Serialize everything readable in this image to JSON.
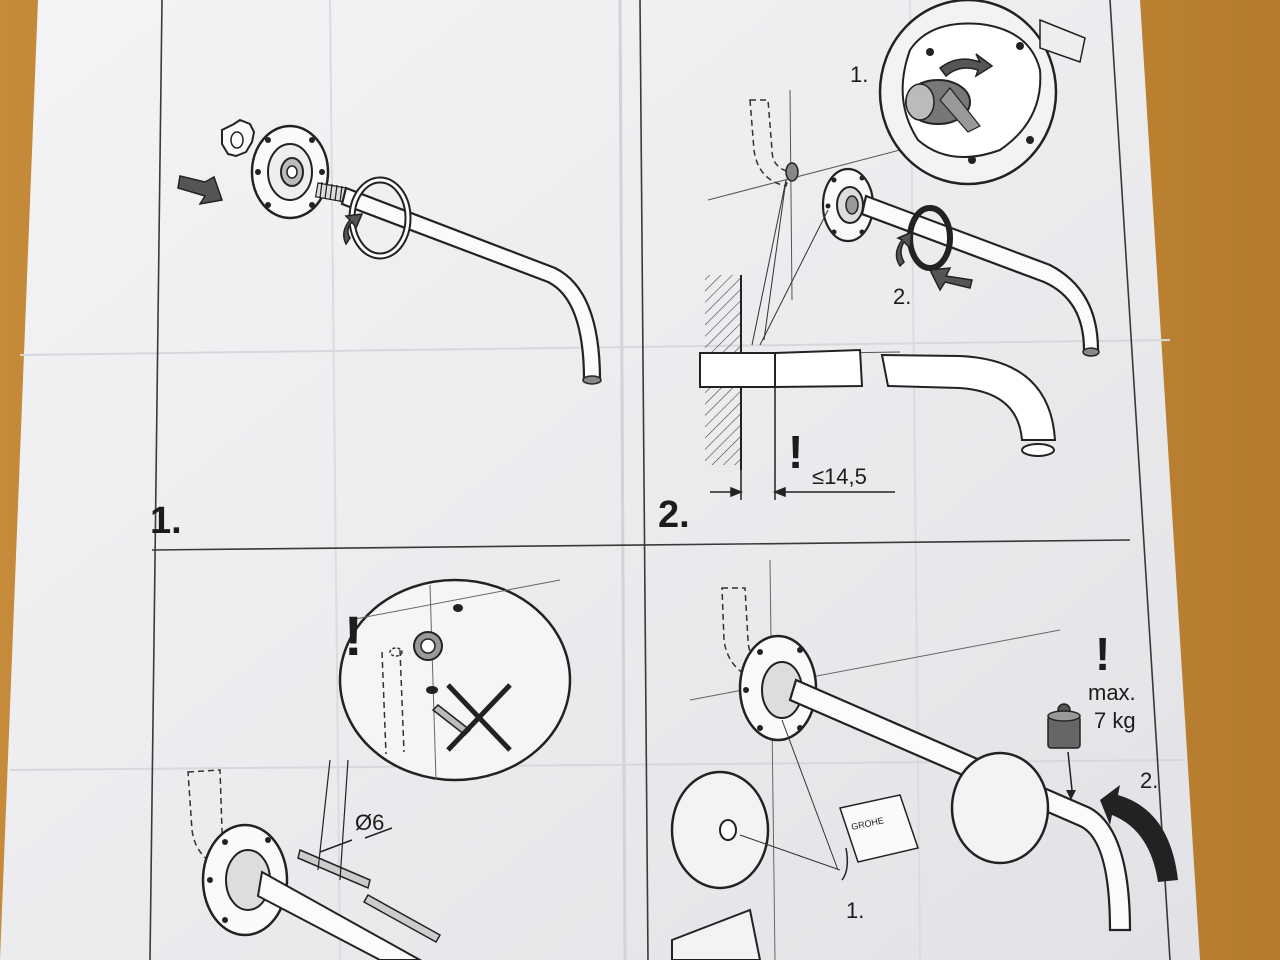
{
  "document": {
    "panels": [
      {
        "id": "1",
        "label": "1.",
        "callouts": []
      },
      {
        "id": "2",
        "label": "2.",
        "callouts": [
          "1.",
          "2."
        ],
        "warning": "!",
        "dimension": "≤14,5"
      },
      {
        "id": "3",
        "label": "",
        "callouts": [],
        "warning": "!",
        "drill_size": "Ø6"
      },
      {
        "id": "4",
        "label": "",
        "callouts": [
          "1.",
          "2."
        ],
        "warning": "!",
        "max_label": "max.",
        "weight_label": "7 kg",
        "package_label": "GROHE"
      }
    ]
  },
  "colors": {
    "paper": "#f1f1f3",
    "line": "#2a2a2a",
    "wood": "#c08535"
  }
}
